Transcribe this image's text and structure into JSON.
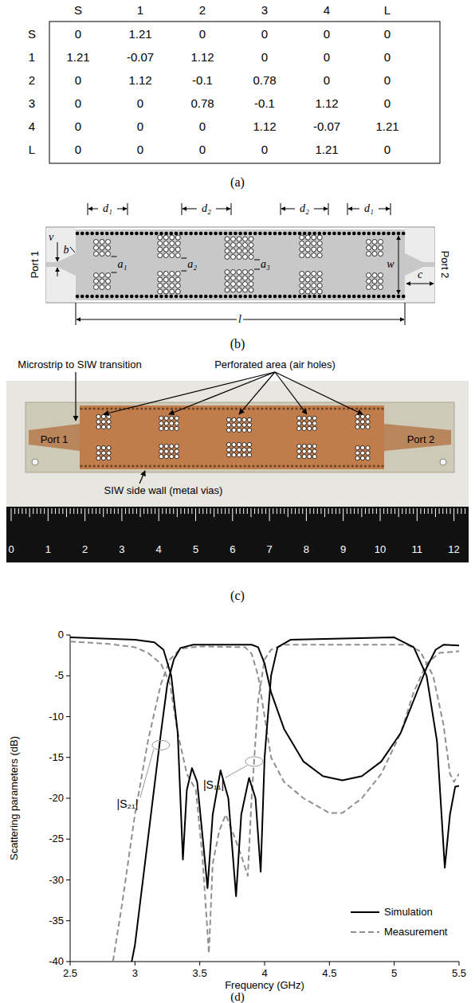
{
  "diagram": {
    "labels": [
      "S",
      "1",
      "2",
      "3",
      "4",
      "L",
      "S",
      "0",
      "1.21",
      "0",
      "0",
      "0",
      "0",
      "1",
      "1.21",
      "-0.07",
      "1.12",
      "0",
      "0",
      "0",
      "2",
      "0",
      "1.12",
      "-0.1",
      "0.78",
      "0",
      "0",
      "3",
      "0",
      "0",
      "0.78",
      "-0.1",
      "1.12",
      "0",
      "4",
      "0",
      "0",
      "0",
      "1.12",
      "-0.07",
      "1.21",
      "L",
      "0",
      "0",
      "0",
      "0",
      "1.21",
      "0",
      "(a)",
      "d₁",
      "d₂",
      "d₂",
      "d₁",
      "Port 1",
      "v",
      "b",
      "a₁",
      "a₂",
      "a₃",
      "w",
      "c",
      "Port 2",
      "l",
      "(b)",
      "Microstrip to SIW transition",
      "Perforated area (air holes)",
      "Port 1",
      "Port 2",
      "SIW side wall (metal vias)",
      "0",
      "1",
      "2",
      "3",
      "4",
      "5",
      "6",
      "7",
      "8",
      "9",
      "10",
      "11",
      "12",
      "(c)",
      "0",
      "-5",
      "-10",
      "-15",
      "-20",
      "-25",
      "-30",
      "-35",
      "-40",
      "2.5",
      "3",
      "3.5",
      "4",
      "4.5",
      "5",
      "5.5",
      "|S₂₁|",
      "|S₁₁|",
      "Scattering parameters (dB)",
      "Frequency (GHz)",
      "(d)"
    ],
    "legend": [
      {
        "text": "Simulation"
      },
      {
        "text": "Measurement"
      }
    ]
  }
}
